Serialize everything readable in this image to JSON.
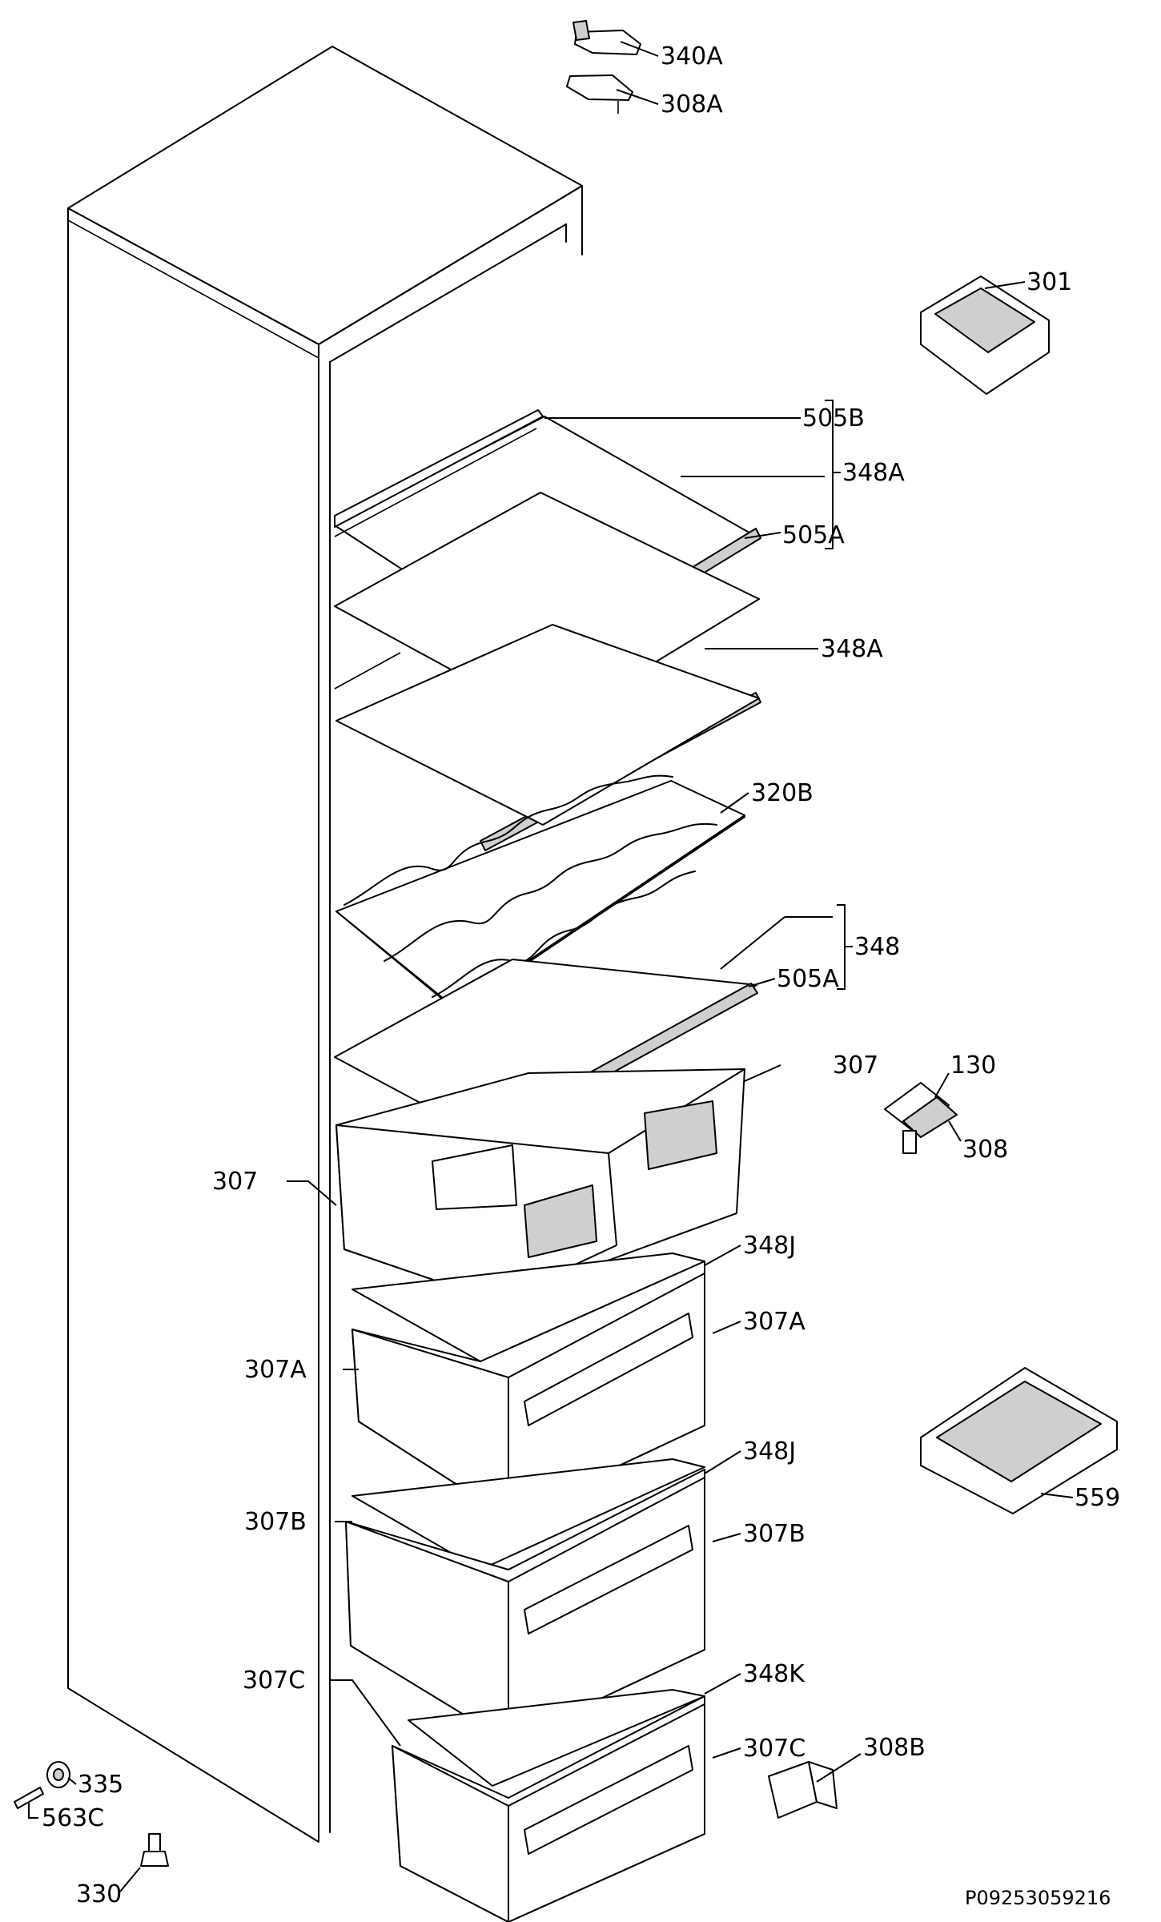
{
  "labels": {
    "l340A": "340A",
    "l308A": "308A",
    "l301": "301",
    "l505B": "505B",
    "l348A_top": "348A",
    "l505A_top": "505A",
    "l348A_second": "348A",
    "l320B": "320B",
    "l348": "348",
    "l505A_mid": "505A",
    "l307_right": "307",
    "l130": "130",
    "l308": "308",
    "l307_left": "307",
    "l348J_top": "348J",
    "l307A_right": "307A",
    "l307A_left": "307A",
    "l348J_bottom": "348J",
    "l559": "559",
    "l307B_left": "307B",
    "l307B_right": "307B",
    "l348K": "348K",
    "l307C_left": "307C",
    "l307C_right": "307C",
    "l308B": "308B",
    "l335": "335",
    "l563C": "563C",
    "l330": "330"
  },
  "reference_code": "P09253059216"
}
